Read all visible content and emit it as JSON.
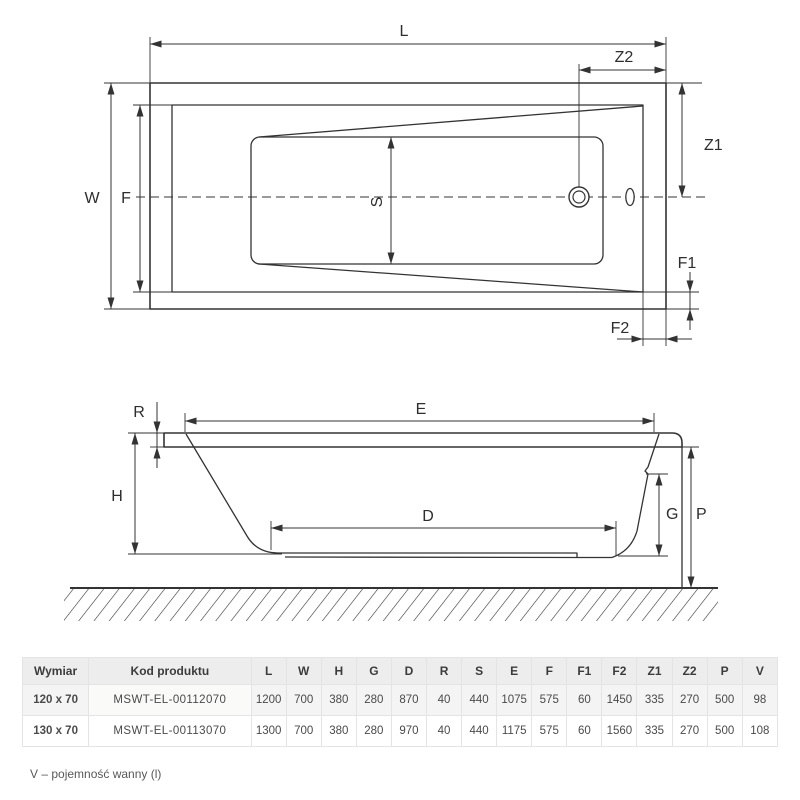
{
  "drawing": {
    "top_view_labels": {
      "L": "L",
      "Z2": "Z2",
      "Z1": "Z1",
      "W": "W",
      "F": "F",
      "S": "S",
      "F1": "F1",
      "F2": "F2"
    },
    "side_view_labels": {
      "R": "R",
      "E": "E",
      "H": "H",
      "D": "D",
      "G": "G",
      "P": "P"
    }
  },
  "table": {
    "headers": [
      "Wymiar",
      "Kod produktu",
      "L",
      "W",
      "H",
      "G",
      "D",
      "R",
      "S",
      "E",
      "F",
      "F1",
      "F2",
      "Z1",
      "Z2",
      "P",
      "V"
    ],
    "rows": [
      {
        "dimension": "120 x 70",
        "code": "MSWT-EL-00112070",
        "values": [
          "1200",
          "700",
          "380",
          "280",
          "870",
          "40",
          "440",
          "1075",
          "575",
          "60",
          "1450",
          "335",
          "270",
          "500",
          "98"
        ]
      },
      {
        "dimension": "130 x 70",
        "code": "MSWT-EL-00113070",
        "values": [
          "1300",
          "700",
          "380",
          "280",
          "970",
          "40",
          "440",
          "1175",
          "575",
          "60",
          "1560",
          "335",
          "270",
          "500",
          "108"
        ]
      }
    ]
  },
  "footer": {
    "note": "V – pojemność wanny (l)"
  }
}
